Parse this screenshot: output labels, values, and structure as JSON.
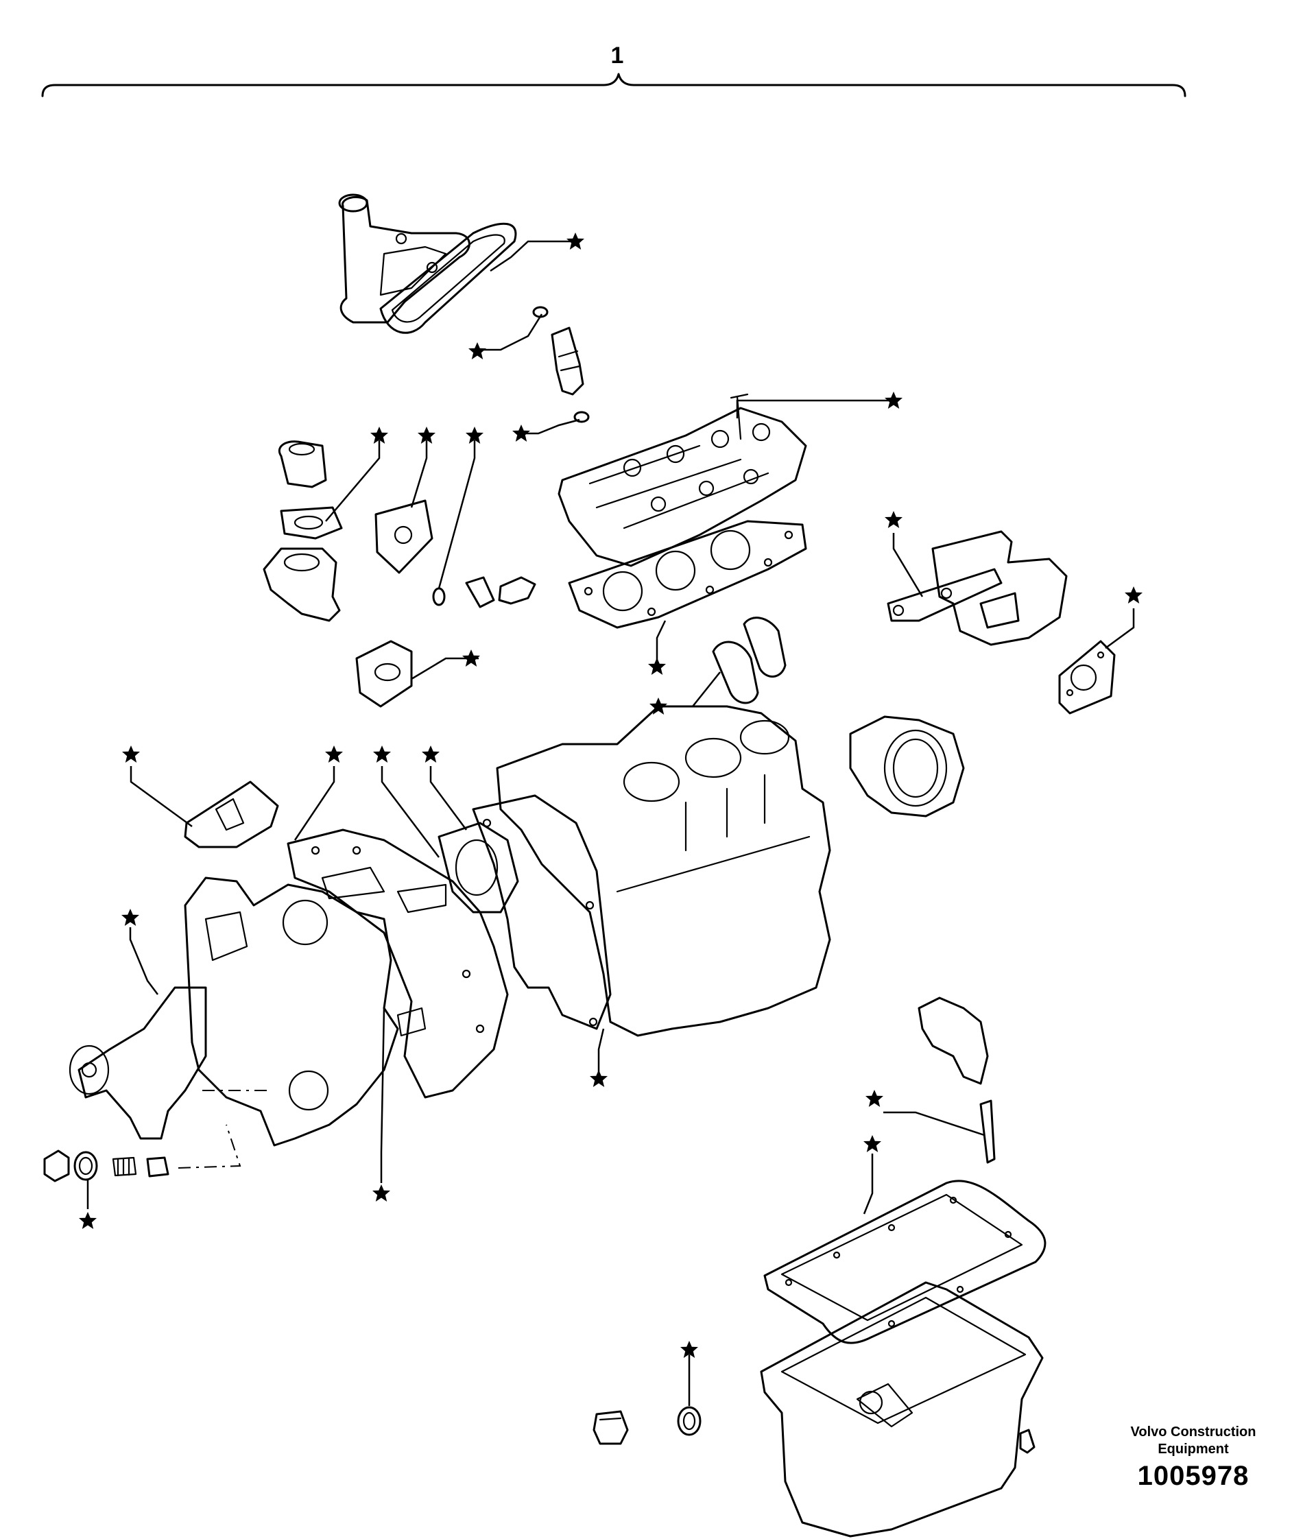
{
  "group_label": "1",
  "brand": {
    "line1": "Volvo Construction",
    "line2": "Equipment"
  },
  "document_number": "1005978",
  "callout_symbol": "★",
  "callout_meaning": "star-icon"
}
